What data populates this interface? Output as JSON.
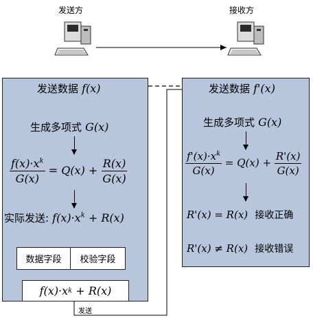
{
  "sender": {
    "label": "发送方",
    "icon": "computer-icon"
  },
  "receiver": {
    "label": "接收方",
    "icon": "computer-icon"
  },
  "left_panel": {
    "title_text": "发送数据",
    "title_math": "f(x)",
    "step1_text": "生成多项式",
    "step1_math": "G(x)",
    "eq_num": "f(x)·x",
    "eq_num_exp": "k",
    "eq_den": "G(x)",
    "eq_mid": "= Q(x) +",
    "eq_r_num": "R(x)",
    "eq_r_den": "G(x)",
    "send_text": "实际发送:",
    "send_math": "f(x)·x",
    "send_exp": "k",
    "send_tail": "+ R(x)",
    "field_data": "数据字段",
    "field_check": "校验字段",
    "frame_math": "f(x)·x",
    "frame_exp": "k",
    "frame_tail": "+ R(x)"
  },
  "right_panel": {
    "title_text": "发送数据",
    "title_math": "f'(x)",
    "step1_text": "生成多项式",
    "step1_math": "G(x)",
    "eq_num": "f'(x)·x",
    "eq_num_exp": "k",
    "eq_den": "G(x)",
    "eq_mid": "= Q(x) +",
    "eq_r_num": "R'(x)",
    "eq_r_den": "G(x)",
    "ok_math": "R'(x) = R(x)",
    "ok_text": "接收正确",
    "err_math": "R'(x) ≠ R(x)",
    "err_text": "接收错误"
  },
  "send_label": "发送"
}
